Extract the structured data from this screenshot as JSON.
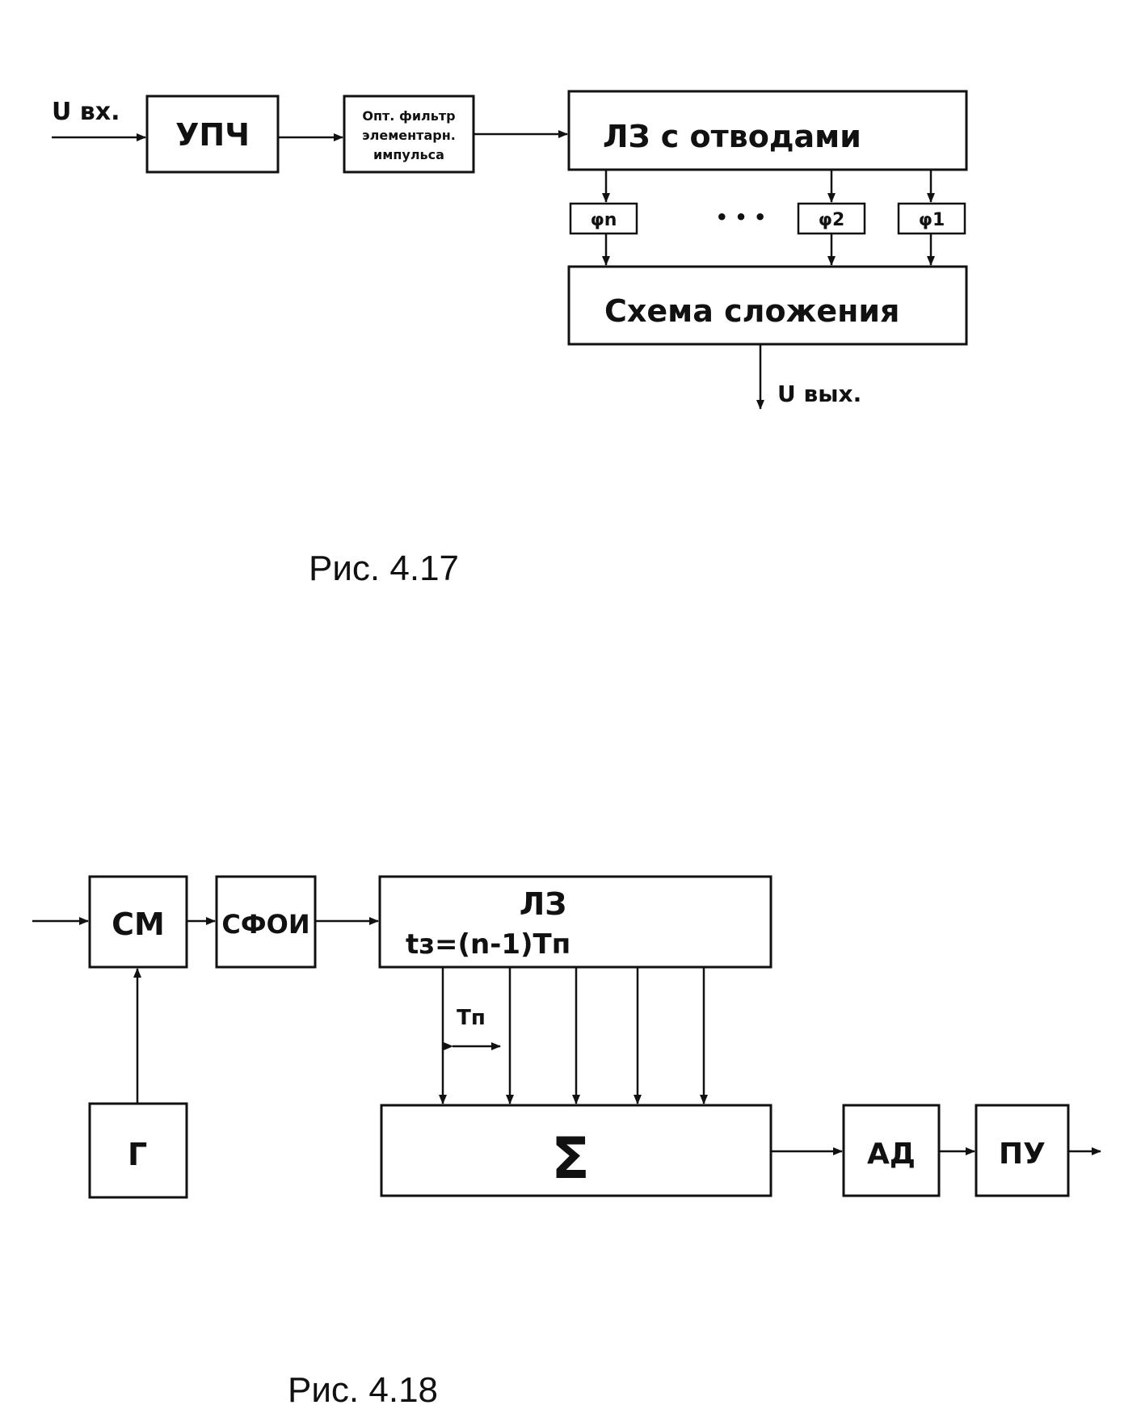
{
  "fig417": {
    "input_label": "U вх.",
    "upch_label": "УПЧ",
    "filter_label_1": "Опт. фильтр",
    "filter_label_2": "элементарн.",
    "filter_label_3": "импульса",
    "delay_line_label": "ЛЗ с отводами",
    "phase_n": "φn",
    "ellipsis": "• • •",
    "phase_2": "φ2",
    "phase_1": "φ1",
    "sum_circuit_label": "Схема сложения",
    "output_label": "U вых.",
    "caption": "Рис. 4.17"
  },
  "fig418": {
    "mixer_label": "СМ",
    "sfoi_label": "СФОИ",
    "delay_line_title": "ЛЗ",
    "delay_formula": "tз=(n-1)Tп",
    "tap_interval_label": "Tп",
    "generator_label": "Г",
    "sum_symbol": "Σ",
    "detector_label": "АД",
    "threshold_label": "ПУ",
    "caption": "Рис. 4.18"
  }
}
